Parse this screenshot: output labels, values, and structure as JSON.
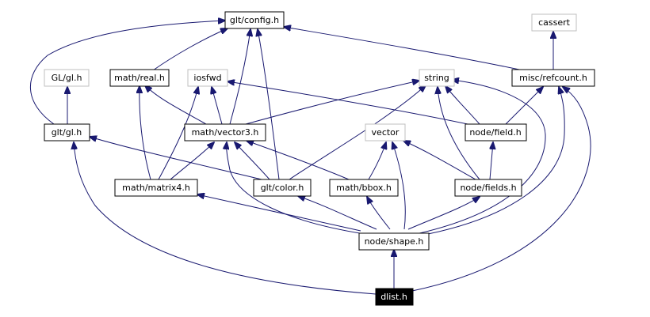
{
  "graph": {
    "edge_color": "#191970",
    "focus_color": "#000000",
    "external_border_color": "#bfbfbf",
    "nodes": [
      {
        "id": "glt_config",
        "label": "glt/config.h",
        "kind": "header"
      },
      {
        "id": "cassert",
        "label": "cassert",
        "kind": "external"
      },
      {
        "id": "gl_gl",
        "label": "GL/gl.h",
        "kind": "external"
      },
      {
        "id": "math_real",
        "label": "math/real.h",
        "kind": "header"
      },
      {
        "id": "iosfwd",
        "label": "iosfwd",
        "kind": "external"
      },
      {
        "id": "string",
        "label": "string",
        "kind": "external"
      },
      {
        "id": "misc_refcount",
        "label": "misc/refcount.h",
        "kind": "header"
      },
      {
        "id": "glt_gl",
        "label": "glt/gl.h",
        "kind": "header"
      },
      {
        "id": "math_vector3",
        "label": "math/vector3.h",
        "kind": "header"
      },
      {
        "id": "node_field",
        "label": "node/field.h",
        "kind": "header"
      },
      {
        "id": "vector",
        "label": "vector",
        "kind": "external"
      },
      {
        "id": "math_matrix4",
        "label": "math/matrix4.h",
        "kind": "header"
      },
      {
        "id": "glt_color",
        "label": "glt/color.h",
        "kind": "header"
      },
      {
        "id": "math_bbox",
        "label": "math/bbox.h",
        "kind": "header"
      },
      {
        "id": "node_fields",
        "label": "node/fields.h",
        "kind": "header"
      },
      {
        "id": "node_shape",
        "label": "node/shape.h",
        "kind": "header"
      },
      {
        "id": "dlist",
        "label": "dlist.h",
        "kind": "focus"
      }
    ]
  }
}
